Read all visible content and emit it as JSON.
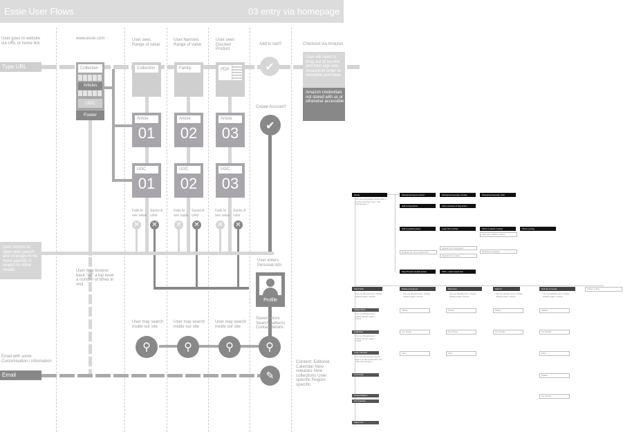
{
  "header": {
    "title": "Essie User Flows",
    "subtitle": "03 entry via homepage"
  },
  "columns": {
    "c1": "User goes to website via URL or home link",
    "c2": "www.essie.com",
    "c3": "User sees Range of value",
    "c4": "User Narrows Range of value",
    "c5": "User sees Discreet Product",
    "c6": "Add to cart?",
    "c7": "Checkout via Amazon"
  },
  "entry": {
    "type_url": "Type URL",
    "email": "Email"
  },
  "homepage": {
    "collection": "Collection",
    "articles": "Articles",
    "ugc": "UGC",
    "footer": "Footer"
  },
  "pages": {
    "collection": "Collection",
    "family": "Family",
    "pdp": "PDP"
  },
  "article_cards": [
    {
      "tag": "Article",
      "num": "01"
    },
    {
      "tag": "Article",
      "num": "02"
    },
    {
      "tag": "Article",
      "num": "03"
    }
  ],
  "ugc_cards": [
    {
      "tag": "UGC",
      "num": "01"
    },
    {
      "tag": "UGC",
      "num": "02"
    },
    {
      "tag": "UGC",
      "num": "03"
    }
  ],
  "amazon": {
    "note": "User will need to drop out of service and then sign into Amazon in order to complete purchase",
    "creds": "Amazon credentials not stored with us or otherwise accessible"
  },
  "create_account": "Create Account?",
  "fails": [
    {
      "fail": "Fails to see value",
      "save": "Saves A color"
    },
    {
      "fail": "Fails to see value",
      "save": "Saves A color"
    },
    {
      "fail": "Fails to see value",
      "save": "Saves A color"
    }
  ],
  "returns": "User returns to open web search and emerges to be more specific in search to refine results",
  "browse_back": "User may browse back \"up\" a top level a number of times in visit",
  "enters_info": "User enters Personal info",
  "profile": "Profile",
  "search_labels": [
    "User may search inside our site",
    "User may search inside our site",
    "User may search inside our site"
  ],
  "saved": "Saved colors Search patterns Contact details",
  "email_note": "Email with some Customisation / information",
  "content_list": "Content: Editorial Calendar New releases New collections User specific Region specific",
  "sitemap": {
    "home": "Home",
    "home_lines": "Top nav  Homepage Feeds  Add to profile Feed  Add color / like (homepage +)",
    "row_top": [
      "Shopping bag pre-saved",
      "Shopping bag page overlay",
      "Shopping bag page (full)"
    ],
    "add_bag": [
      "Add to bag action",
      "View contents of bag action"
    ],
    "add_palette": [
      "Add to palette action",
      "Login first overlay",
      "Show a palette overlay",
      "Show overlay"
    ],
    "add_palette_sub": "Add more palette overlay",
    "register": "Register for new email action",
    "register_sub": [
      "Appear Form (Register)",
      "Appear Form (Join)"
    ],
    "register_note": "Welcome message",
    "view_product": [
      "View Product details action",
      "TOP + select stock info"
    ],
    "col_heads": [
      "Nail Polish",
      "Shade & Explorer",
      "Nail Care",
      "Nail Art",
      "Nail tips & trends",
      "Where to Buy"
    ],
    "left_stack": [
      "Shade Stars",
      "Collection",
      "Color Families",
      "Gel Polish",
      "Limited Edition",
      "Get Inspired",
      "Sales Info"
    ],
    "grid_cells": "Top nav  Breadcrumb / Shade  Shade pages / Feeds",
    "cell_labels": [
      "Shade",
      "Top Shade",
      "Filter"
    ]
  }
}
